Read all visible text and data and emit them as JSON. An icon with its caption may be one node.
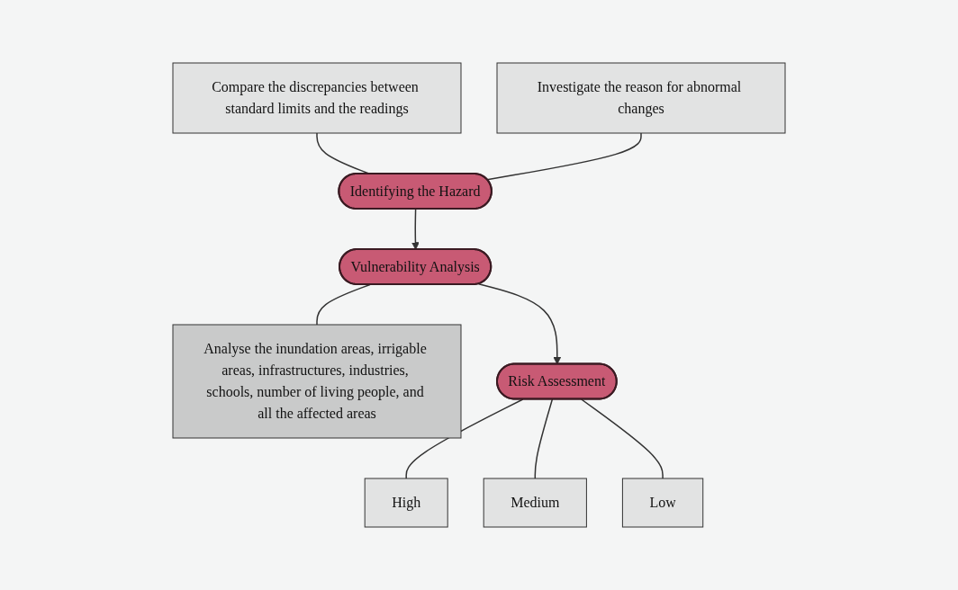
{
  "diagram": {
    "nodes": [
      {
        "text": [
          "Compare the discrepancies between standard limits and the readings"
        ]
      },
      {
        "text": [
          "Investigate the reason for abnormal changes"
        ]
      },
      {
        "text": [
          "Identifying the Hazard"
        ]
      },
      {
        "text": [
          "Vulnerability Analysis"
        ]
      },
      {
        "text": [
          "Analyse the inundation areas, irrigable areas, infrastructures, industries, schools, number of living people, and all the affected areas"
        ]
      },
      {
        "text": [
          "Risk Assessment"
        ]
      },
      {
        "text": [
          "High"
        ]
      },
      {
        "text": [
          "Medium"
        ]
      },
      {
        "text": [
          "Low"
        ]
      }
    ],
    "edges": [
      {
        "from": 0,
        "to": 2,
        "arrow": "none"
      },
      {
        "from": 1,
        "to": 2,
        "arrow": "none"
      },
      {
        "from": 2,
        "to": 3,
        "arrow": "to"
      },
      {
        "from": 3,
        "to": 4,
        "arrow": "none"
      },
      {
        "from": 3,
        "to": 5,
        "arrow": "to"
      },
      {
        "from": 5,
        "to": 6,
        "arrow": "none"
      },
      {
        "from": 5,
        "to": 7,
        "arrow": "none"
      },
      {
        "from": 5,
        "to": 8,
        "arrow": "none"
      }
    ]
  }
}
